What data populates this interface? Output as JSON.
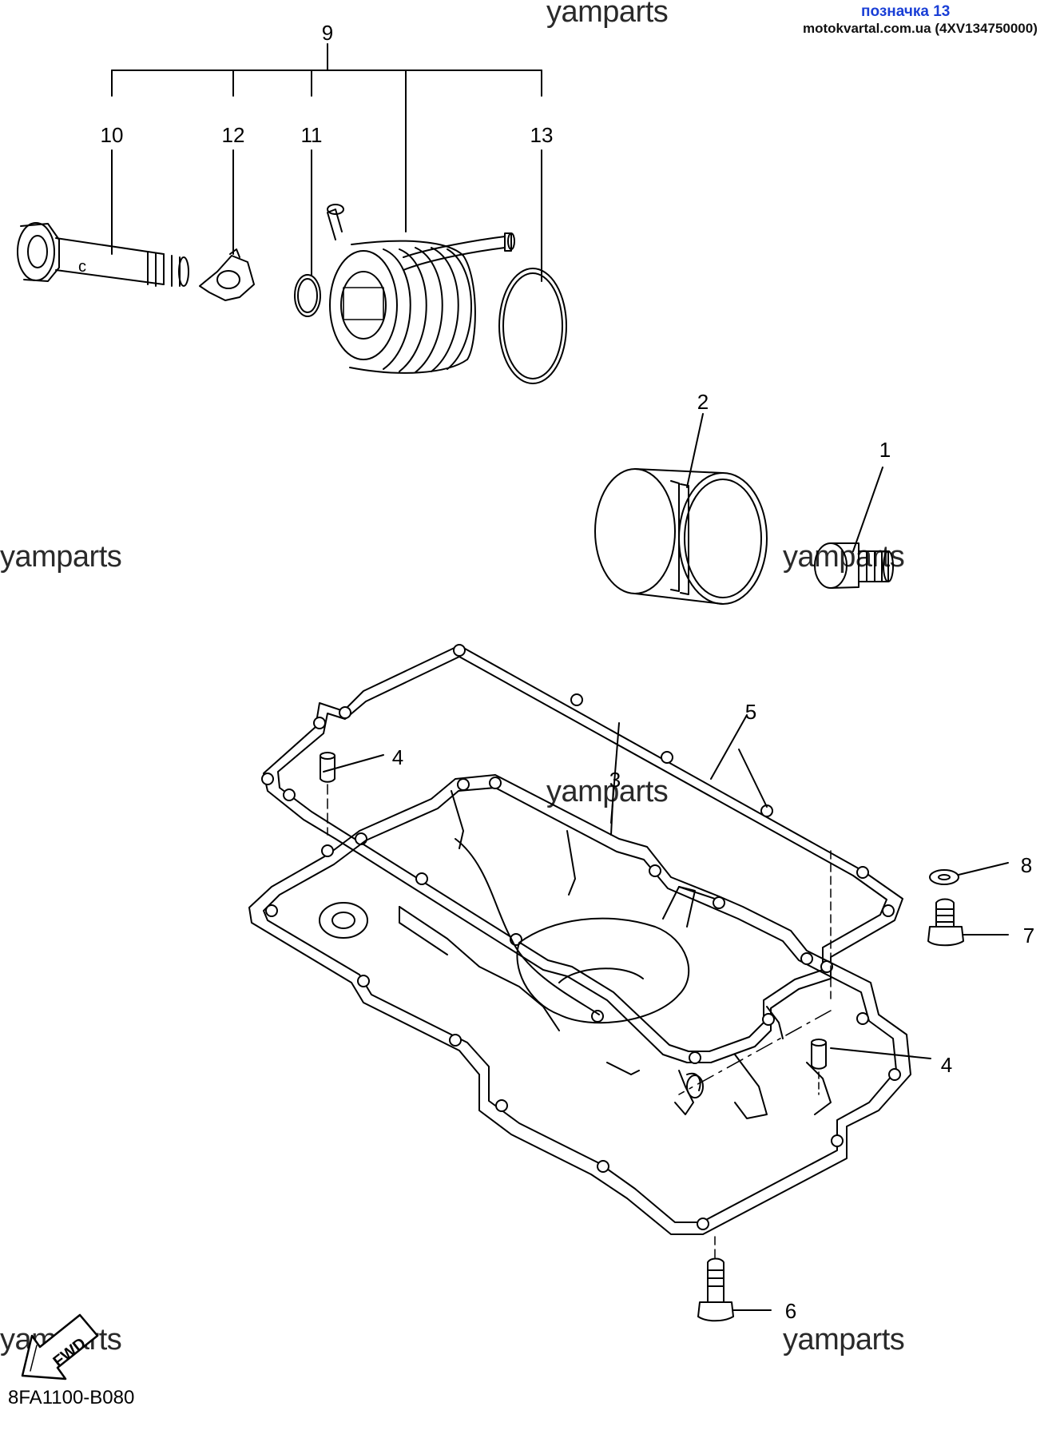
{
  "header": {
    "badge_text": "позначка 13",
    "site_text": "motokvartal.com.ua (4XV134750000)"
  },
  "watermark": {
    "text": "yamparts"
  },
  "fwd_label": "FWD",
  "diagram_code": "8FA1100-B080",
  "callouts": {
    "c1": "1",
    "c2": "2",
    "c3": "3",
    "c4a": "4",
    "c4b": "4",
    "c5": "5",
    "c6": "6",
    "c7": "7",
    "c8": "8",
    "c9": "9",
    "c10": "10",
    "c11": "11",
    "c12": "12",
    "c13": "13"
  },
  "colors": {
    "line": "#000000",
    "badge": "#1a3fd6",
    "watermark": "#2a2a2a"
  }
}
